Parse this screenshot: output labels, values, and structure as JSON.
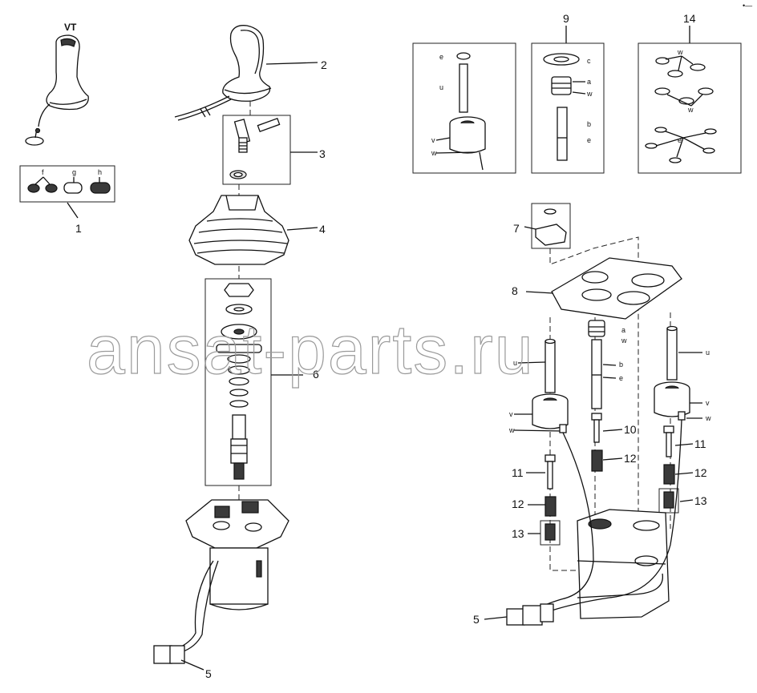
{
  "handle_brand": "VT",
  "callouts": [
    "1",
    "2",
    "3",
    "4",
    "5",
    "6",
    "7",
    "8",
    "9",
    "10",
    "11",
    "12",
    "13",
    "14"
  ],
  "letters": {
    "f": "f",
    "g": "g",
    "h": "h",
    "e": "e",
    "u": "u",
    "v": "v",
    "w": "w",
    "c": "c",
    "a": "a",
    "b": "b"
  },
  "watermark": "ansat-parts.ru",
  "corner_mark": "•—"
}
